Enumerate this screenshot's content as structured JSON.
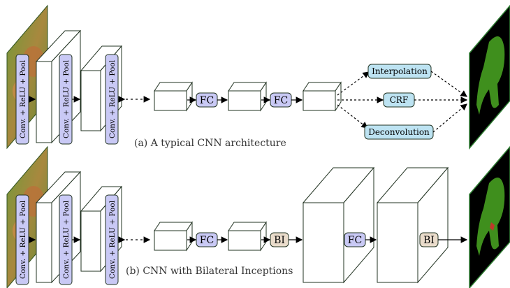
{
  "rows": [
    {
      "caption": "(a) A typical CNN architecture",
      "conv_labels": [
        "Conv. + ReLU + Pool",
        "Conv. + ReLU + Pool",
        "Conv. + ReLU + Pool"
      ],
      "fc_labels": [
        "FC",
        "FC"
      ],
      "branch_labels": [
        "Interpolation",
        "CRF",
        "Deconvolution"
      ]
    },
    {
      "caption": "(b) CNN with Bilateral Inceptions",
      "conv_labels": [
        "Conv. + ReLU + Pool",
        "Conv. + ReLU + Pool",
        "Conv. + ReLU + Pool"
      ],
      "fc_labels": [
        "FC",
        "FC"
      ],
      "bi_labels": [
        "BI",
        "BI"
      ]
    }
  ],
  "colors": {
    "conv_fill": "#c9c9f5",
    "fc_fill": "#c9c9f5",
    "branch_fill": "#bde3f2",
    "bi_fill": "#eadccb",
    "box_stroke": "#223322",
    "seg_green": "#3f8f1d",
    "seg_red": "#c0392b"
  }
}
